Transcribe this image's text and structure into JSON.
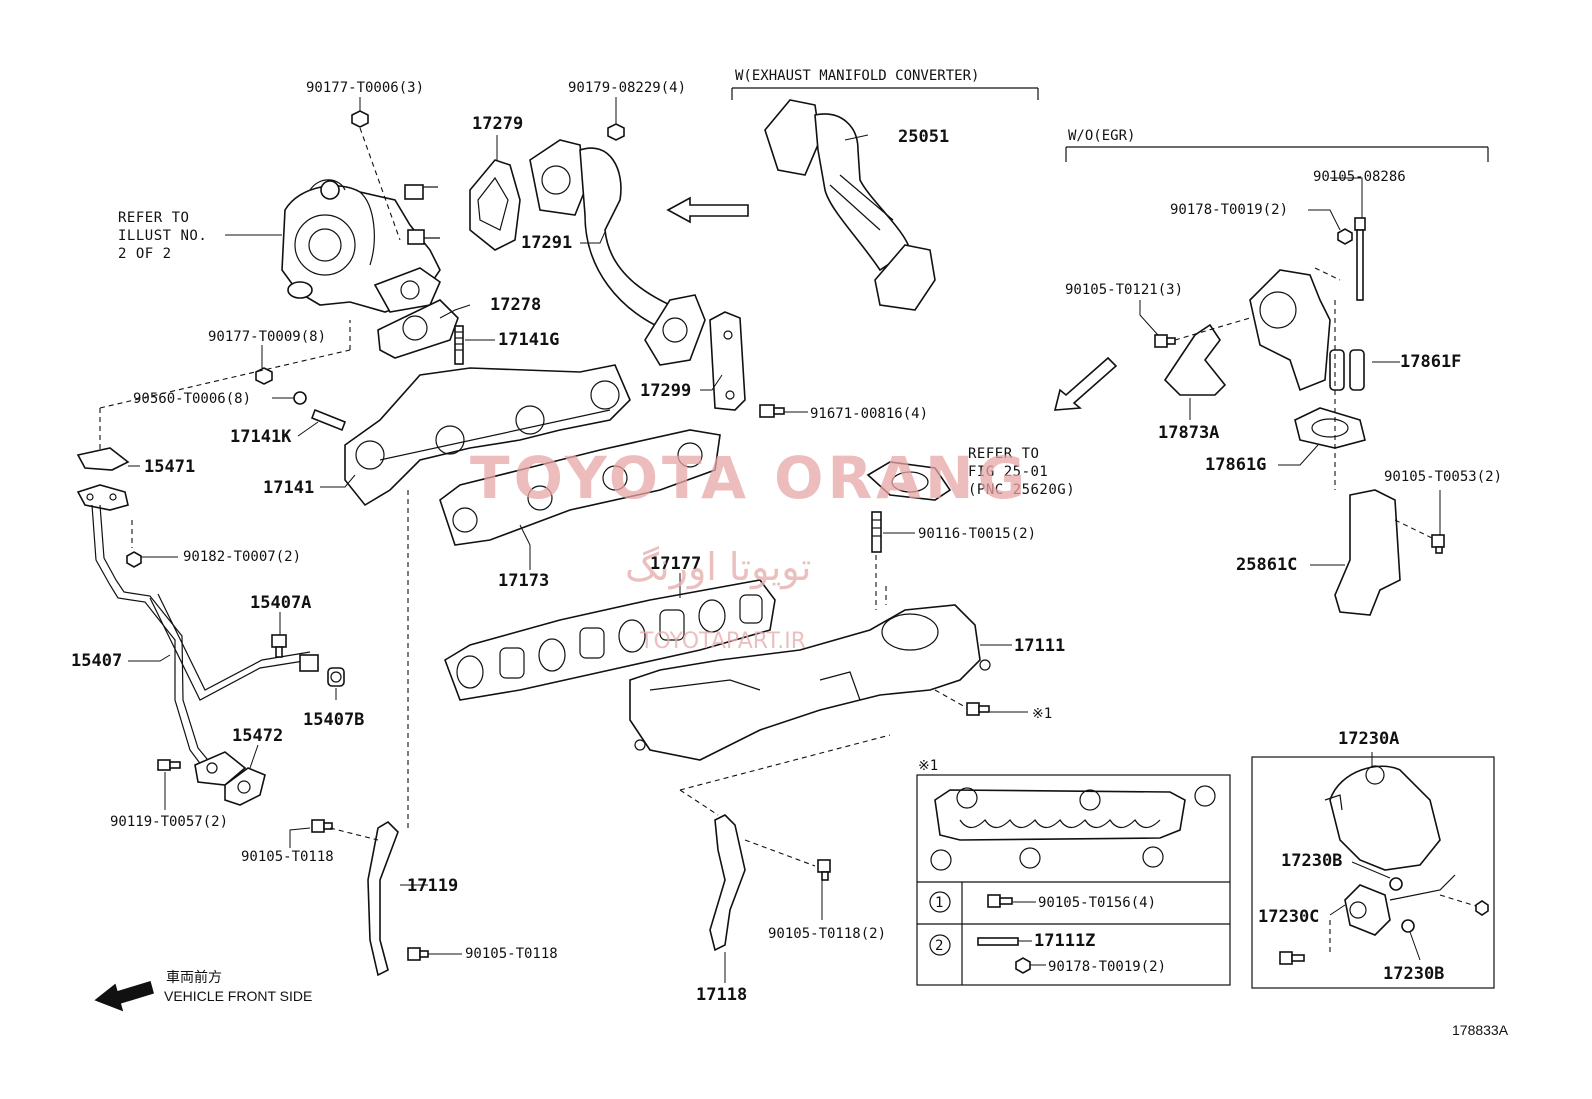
{
  "labels": {
    "p90177_T0006": "90177-T0006(3)",
    "p90179_08229": "90179-08229(4)",
    "exhaust_conv": "W(EXHAUST MANIFOLD CONVERTER)",
    "p17279": "17279",
    "p25051": "25051",
    "refer_illust_1": "REFER TO",
    "refer_illust_2": "ILLUST NO.",
    "refer_illust_3": "2 OF 2",
    "p17291": "17291",
    "p17278": "17278",
    "p17141G": "17141G",
    "p90177_T0009": "90177-T0009(8)",
    "p90560_T0006": "90560-T0006(8)",
    "p17299": "17299",
    "p91671_00816": "91671-00816(4)",
    "p17141K": "17141K",
    "p15471": "15471",
    "p17141": "17141",
    "refer_fig_1": "REFER TO",
    "refer_fig_2": "FIG 25-01",
    "refer_fig_3": "(PNC 25620G)",
    "p90182_T0007": "90182-T0007(2)",
    "p17173": "17173",
    "p90116_T0015": "90116-T0015(2)",
    "p17177": "17177",
    "p15407A": "15407A",
    "p15407": "15407",
    "p17111": "17111",
    "p15407B": "15407B",
    "p15472": "15472",
    "mark1": "※1",
    "p90119_T0057": "90119-T0057(2)",
    "p90105_T0118_a": "90105-T0118",
    "p17119": "17119",
    "p90105_T0118_b": "90105-T0118",
    "p90105_T0118_c": "90105-T0118(2)",
    "p17118": "17118",
    "vehicle_jp": "車両前方",
    "vehicle_en": "VEHICLE FRONT SIDE",
    "wo_egr": "W/O(EGR)",
    "p90105_08286": "90105-08286",
    "p90178_T0019_top": "90178-T0019(2)",
    "p90105_T0121": "90105-T0121(3)",
    "p17861F": "17861F",
    "p17873A": "17873A",
    "p17861G": "17861G",
    "p90105_T0053": "90105-T0053(2)",
    "p25861C": "25861C",
    "inset_mark": "※1",
    "row1_num": "1",
    "row1_part": "90105-T0156(4)",
    "row2_num": "2",
    "row2_part_a": "17111Z",
    "row2_part_b": "90178-T0019(2)",
    "p17230A": "17230A",
    "p17230B_top": "17230B",
    "p17230C": "17230C",
    "p17230B_bottom": "17230B",
    "diagram_id": "178833A"
  },
  "watermark": {
    "brand": "TOYOTA ORANG",
    "persian": "تویوتا اورنگ",
    "site": "TOYOTAPART.IR"
  },
  "colors": {
    "line": "#111111",
    "watermark": "#e8a6a6",
    "background": "#ffffff"
  }
}
